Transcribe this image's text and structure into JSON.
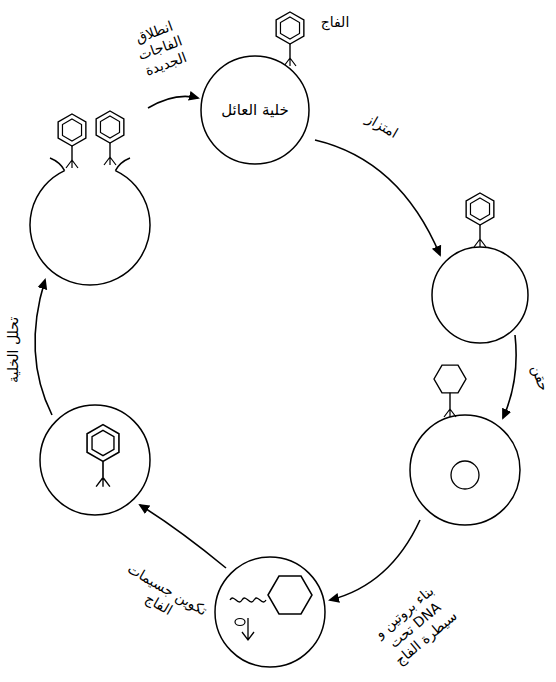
{
  "diagram": {
    "nodes": [
      {
        "text": [
          "خلية العائل"
        ]
      }
    ],
    "labels": [
      "الفاج",
      "امتزاز",
      "حقن",
      "بناء بروتين و DNA تحت سيطرة الفاج",
      "تكوين جسيمات الفاج",
      "تحلل الخلية",
      "انطلاق الفاجات الجديدة"
    ]
  }
}
